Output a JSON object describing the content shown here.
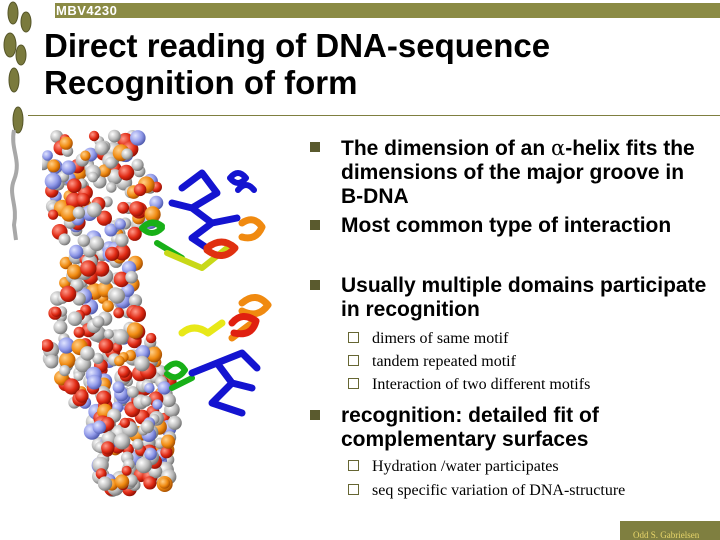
{
  "header": {
    "course_code": "MBV4230"
  },
  "title": {
    "line1": "Direct reading of DNA-sequence",
    "line2": "Recognition of form"
  },
  "bullets": {
    "b1": {
      "prefix": "The dimension of an ",
      "alpha": "α",
      "suffix": "-helix fits the dimensions of the major groove in B-DNA"
    },
    "b2": "Most common type of interaction",
    "b3": "Usually multiple domains participate in recognition",
    "b3_sub": [
      "dimers of same motif",
      "tandem repeated motif",
      "Interaction of two different motifs"
    ],
    "b4": "recognition: detailed fit of complementary surfaces",
    "b4_sub": [
      "Hydration /water participates",
      "seq specific variation of DNA-structure"
    ]
  },
  "footer": {
    "author": "Odd S. Gabrielsen"
  },
  "colors": {
    "accent": "#7f7f40",
    "bullet": "#5a5a2e",
    "author_text": "#e8d66a"
  },
  "icons": {
    "decor_left": "dna-strand-icon",
    "figure": "protein-dna-complex-illustration"
  }
}
